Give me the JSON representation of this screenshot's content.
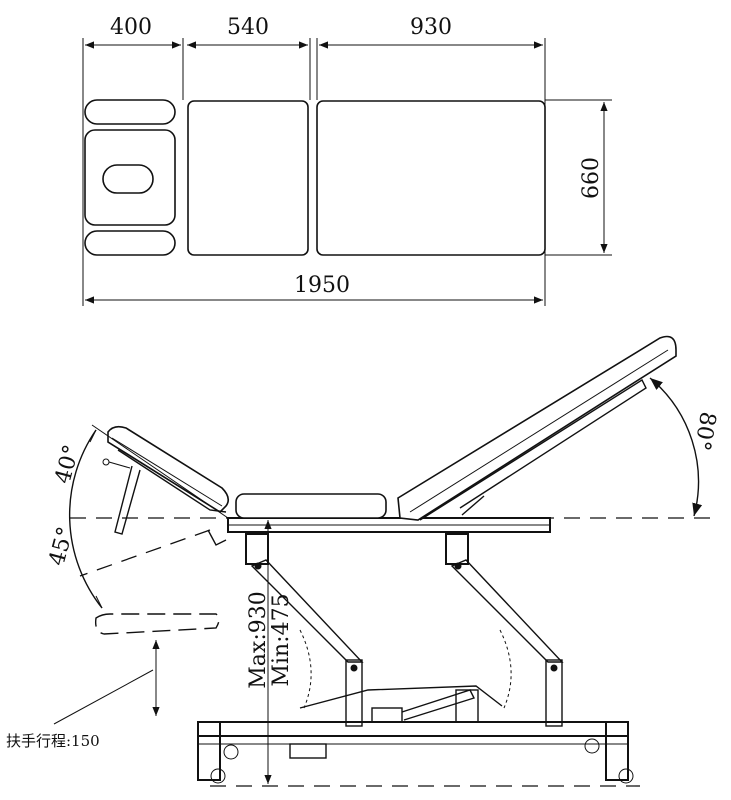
{
  "top_view": {
    "dims": {
      "head": "400",
      "middle": "540",
      "foot": "930",
      "width": "660",
      "total_length": "1950"
    }
  },
  "side_view": {
    "angles": {
      "head_up": "40°",
      "head_down": "45°",
      "back_rest": "80°"
    },
    "height": {
      "max": "Max:930",
      "min": "Min:475"
    },
    "armrest_travel": "扶手行程:150"
  }
}
